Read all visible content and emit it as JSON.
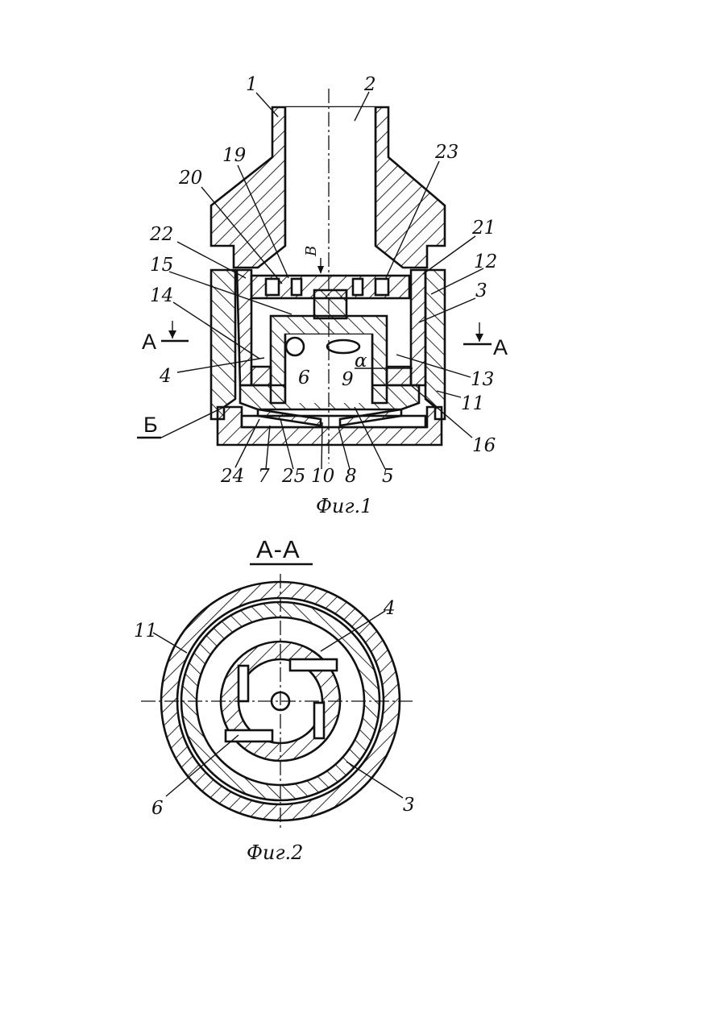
{
  "figure1": {
    "caption": "Фиг.1",
    "callouts": [
      "1",
      "2",
      "19",
      "20",
      "23",
      "21",
      "22",
      "12",
      "15",
      "3",
      "14",
      "4",
      "6",
      "α",
      "9",
      "13",
      "11",
      "16",
      "5",
      "8",
      "10",
      "25",
      "7",
      "24",
      "В"
    ],
    "section_mark_left": "А",
    "section_mark_right": "А",
    "view_mark": "Б"
  },
  "figure2": {
    "title": "А-А",
    "caption": "Фиг.2",
    "callouts": [
      "11",
      "4",
      "6",
      "3"
    ]
  }
}
